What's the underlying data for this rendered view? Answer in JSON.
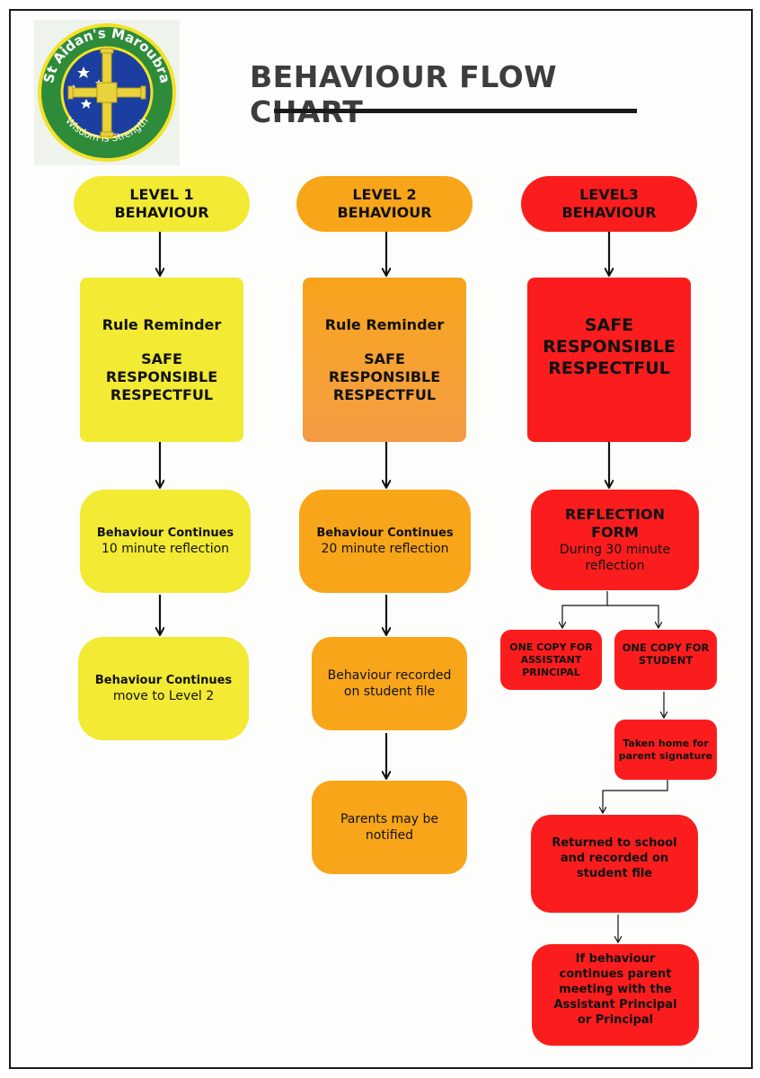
{
  "logo": {
    "ring_text_top": "St Aidan's Maroubra",
    "ring_text_bottom": "Wisdom is Strength",
    "colors": {
      "ring": "#2e8b3a",
      "inner": "#1a3fa0",
      "cross": "#e9d23a"
    }
  },
  "title": "BEHAVIOUR FLOW CHART",
  "colors": {
    "level1": "#f2ea33",
    "level2": "#f8a51a",
    "level3": "#fb1d1d",
    "text": "#111111",
    "title": "#3d3d3d"
  },
  "level1": {
    "header": [
      "LEVEL 1",
      "BEHAVIOUR"
    ],
    "rule_title": "Rule Reminder",
    "rule_values": [
      "SAFE",
      "RESPONSIBLE",
      "RESPECTFUL"
    ],
    "step1_title": "Behaviour Continues",
    "step1_text": "10 minute reflection",
    "step2_title": "Behaviour Continues",
    "step2_text": "move to Level 2"
  },
  "level2": {
    "header": [
      "LEVEL 2",
      "BEHAVIOUR"
    ],
    "rule_title": "Rule Reminder",
    "rule_values": [
      "SAFE",
      "RESPONSIBLE",
      "RESPECTFUL"
    ],
    "step1_title": "Behaviour Continues",
    "step1_text": "20 minute reflection",
    "step2_text": [
      "Behaviour recorded",
      "on student file"
    ],
    "step3_text": [
      "Parents may be",
      "notified"
    ]
  },
  "level3": {
    "header": [
      "LEVEL3",
      "BEHAVIOUR"
    ],
    "rule_values": [
      "SAFE",
      "RESPONSIBLE",
      "RESPECTFUL"
    ],
    "form_title": [
      "REFLECTION",
      "FORM"
    ],
    "form_text": [
      "During 30 minute",
      "reflection"
    ],
    "copy_ap": [
      "ONE COPY FOR",
      "ASSISTANT",
      "PRINCIPAL"
    ],
    "copy_student": [
      "ONE COPY FOR",
      "STUDENT"
    ],
    "taken_home": [
      "Taken home for",
      "parent signature"
    ],
    "returned": [
      "Returned to school",
      "and recorded on",
      "student file"
    ],
    "meeting": [
      "If behaviour",
      "continues parent",
      "meeting with the",
      "Assistant Principal",
      "or Principal"
    ]
  }
}
